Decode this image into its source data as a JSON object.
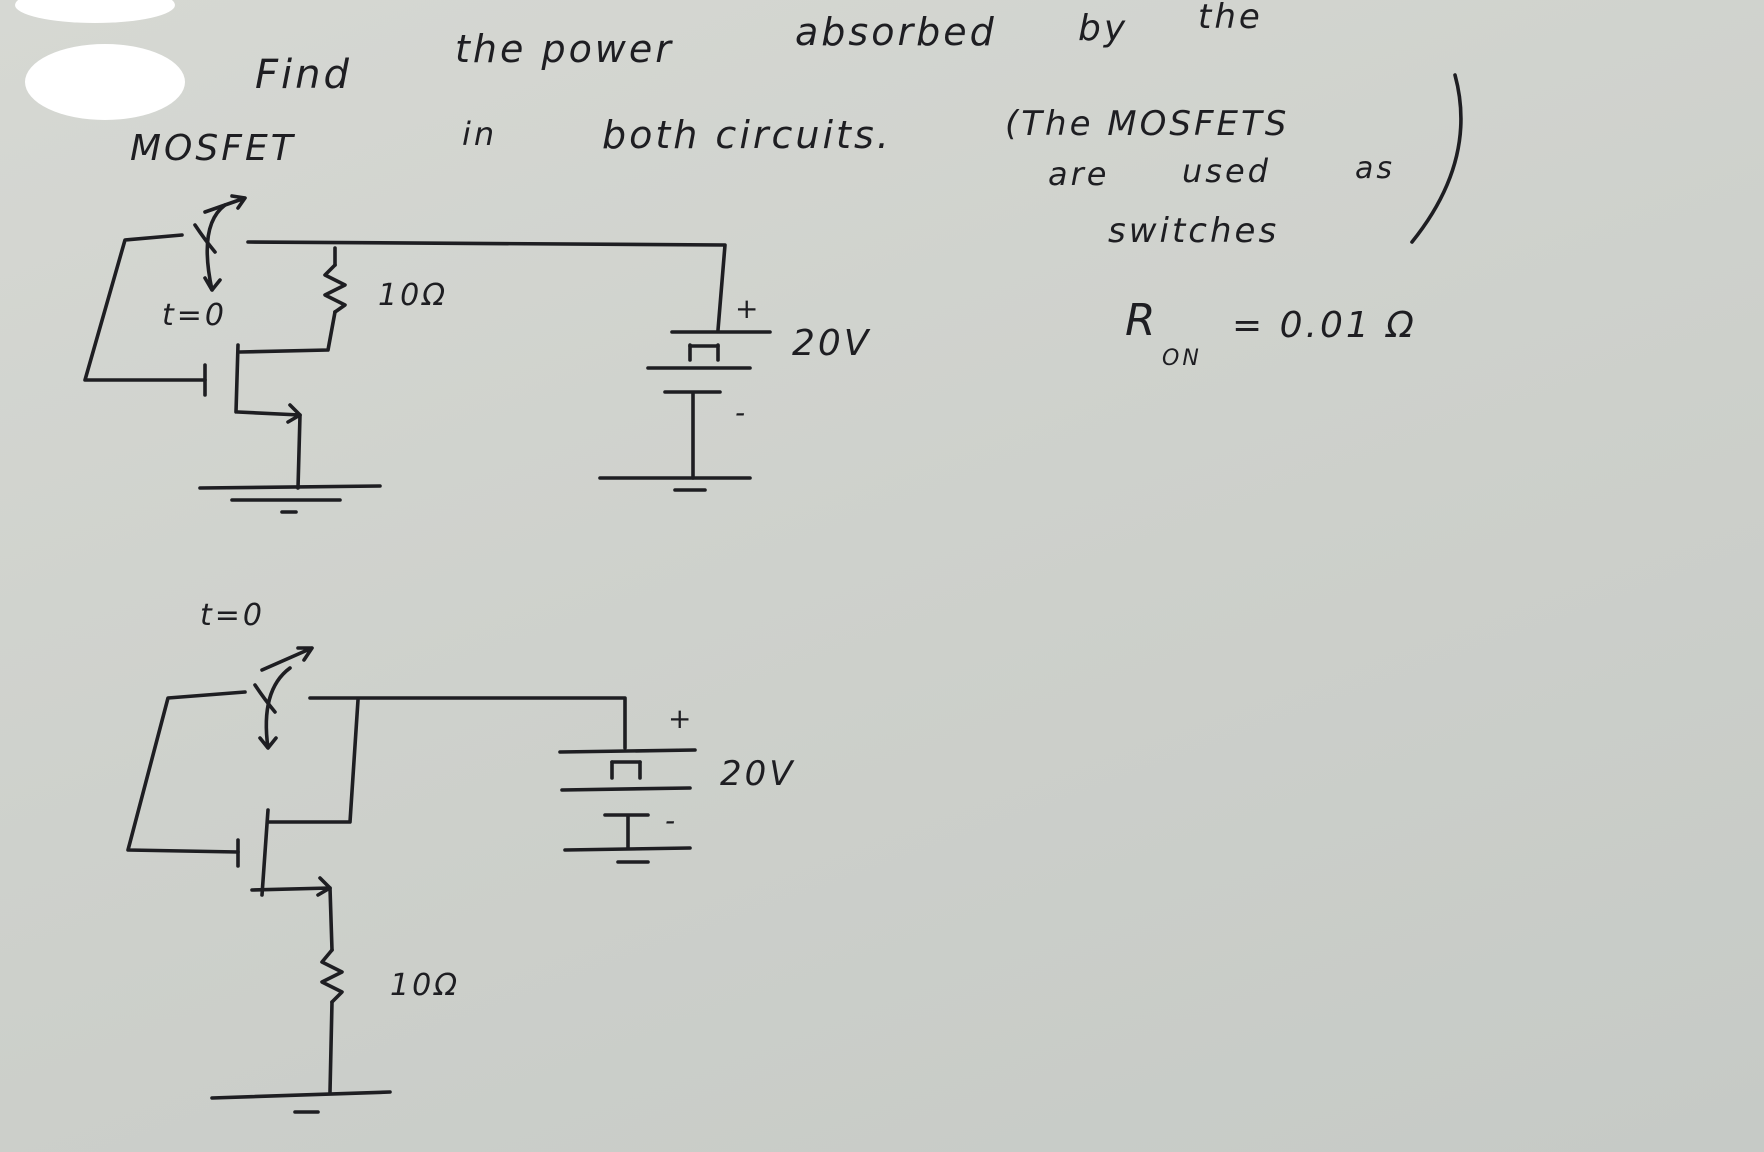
{
  "problem": {
    "line1": [
      "Find",
      "the power",
      "absorbed",
      "by",
      "the"
    ],
    "line2": [
      "MOSFET",
      "in",
      "both circuits."
    ],
    "note": [
      "(The MOSFETS",
      "are",
      "used",
      "as",
      "switches"
    ],
    "ron_symbol": "R",
    "ron_subscript": "ON",
    "ron_value": "= 0.01 Ω"
  },
  "circuit1": {
    "switch_label": "t=0",
    "resistor_label": "10Ω",
    "source_label": "20V",
    "plus": "+",
    "minus": "-"
  },
  "circuit2": {
    "switch_label": "t=0",
    "resistor_label": "10Ω",
    "source_label": "20V",
    "plus": "+",
    "minus": "-"
  },
  "colors": {
    "ink": "#1e1e22",
    "paper": "#cfd2cd",
    "blotch": "#ffffff"
  }
}
